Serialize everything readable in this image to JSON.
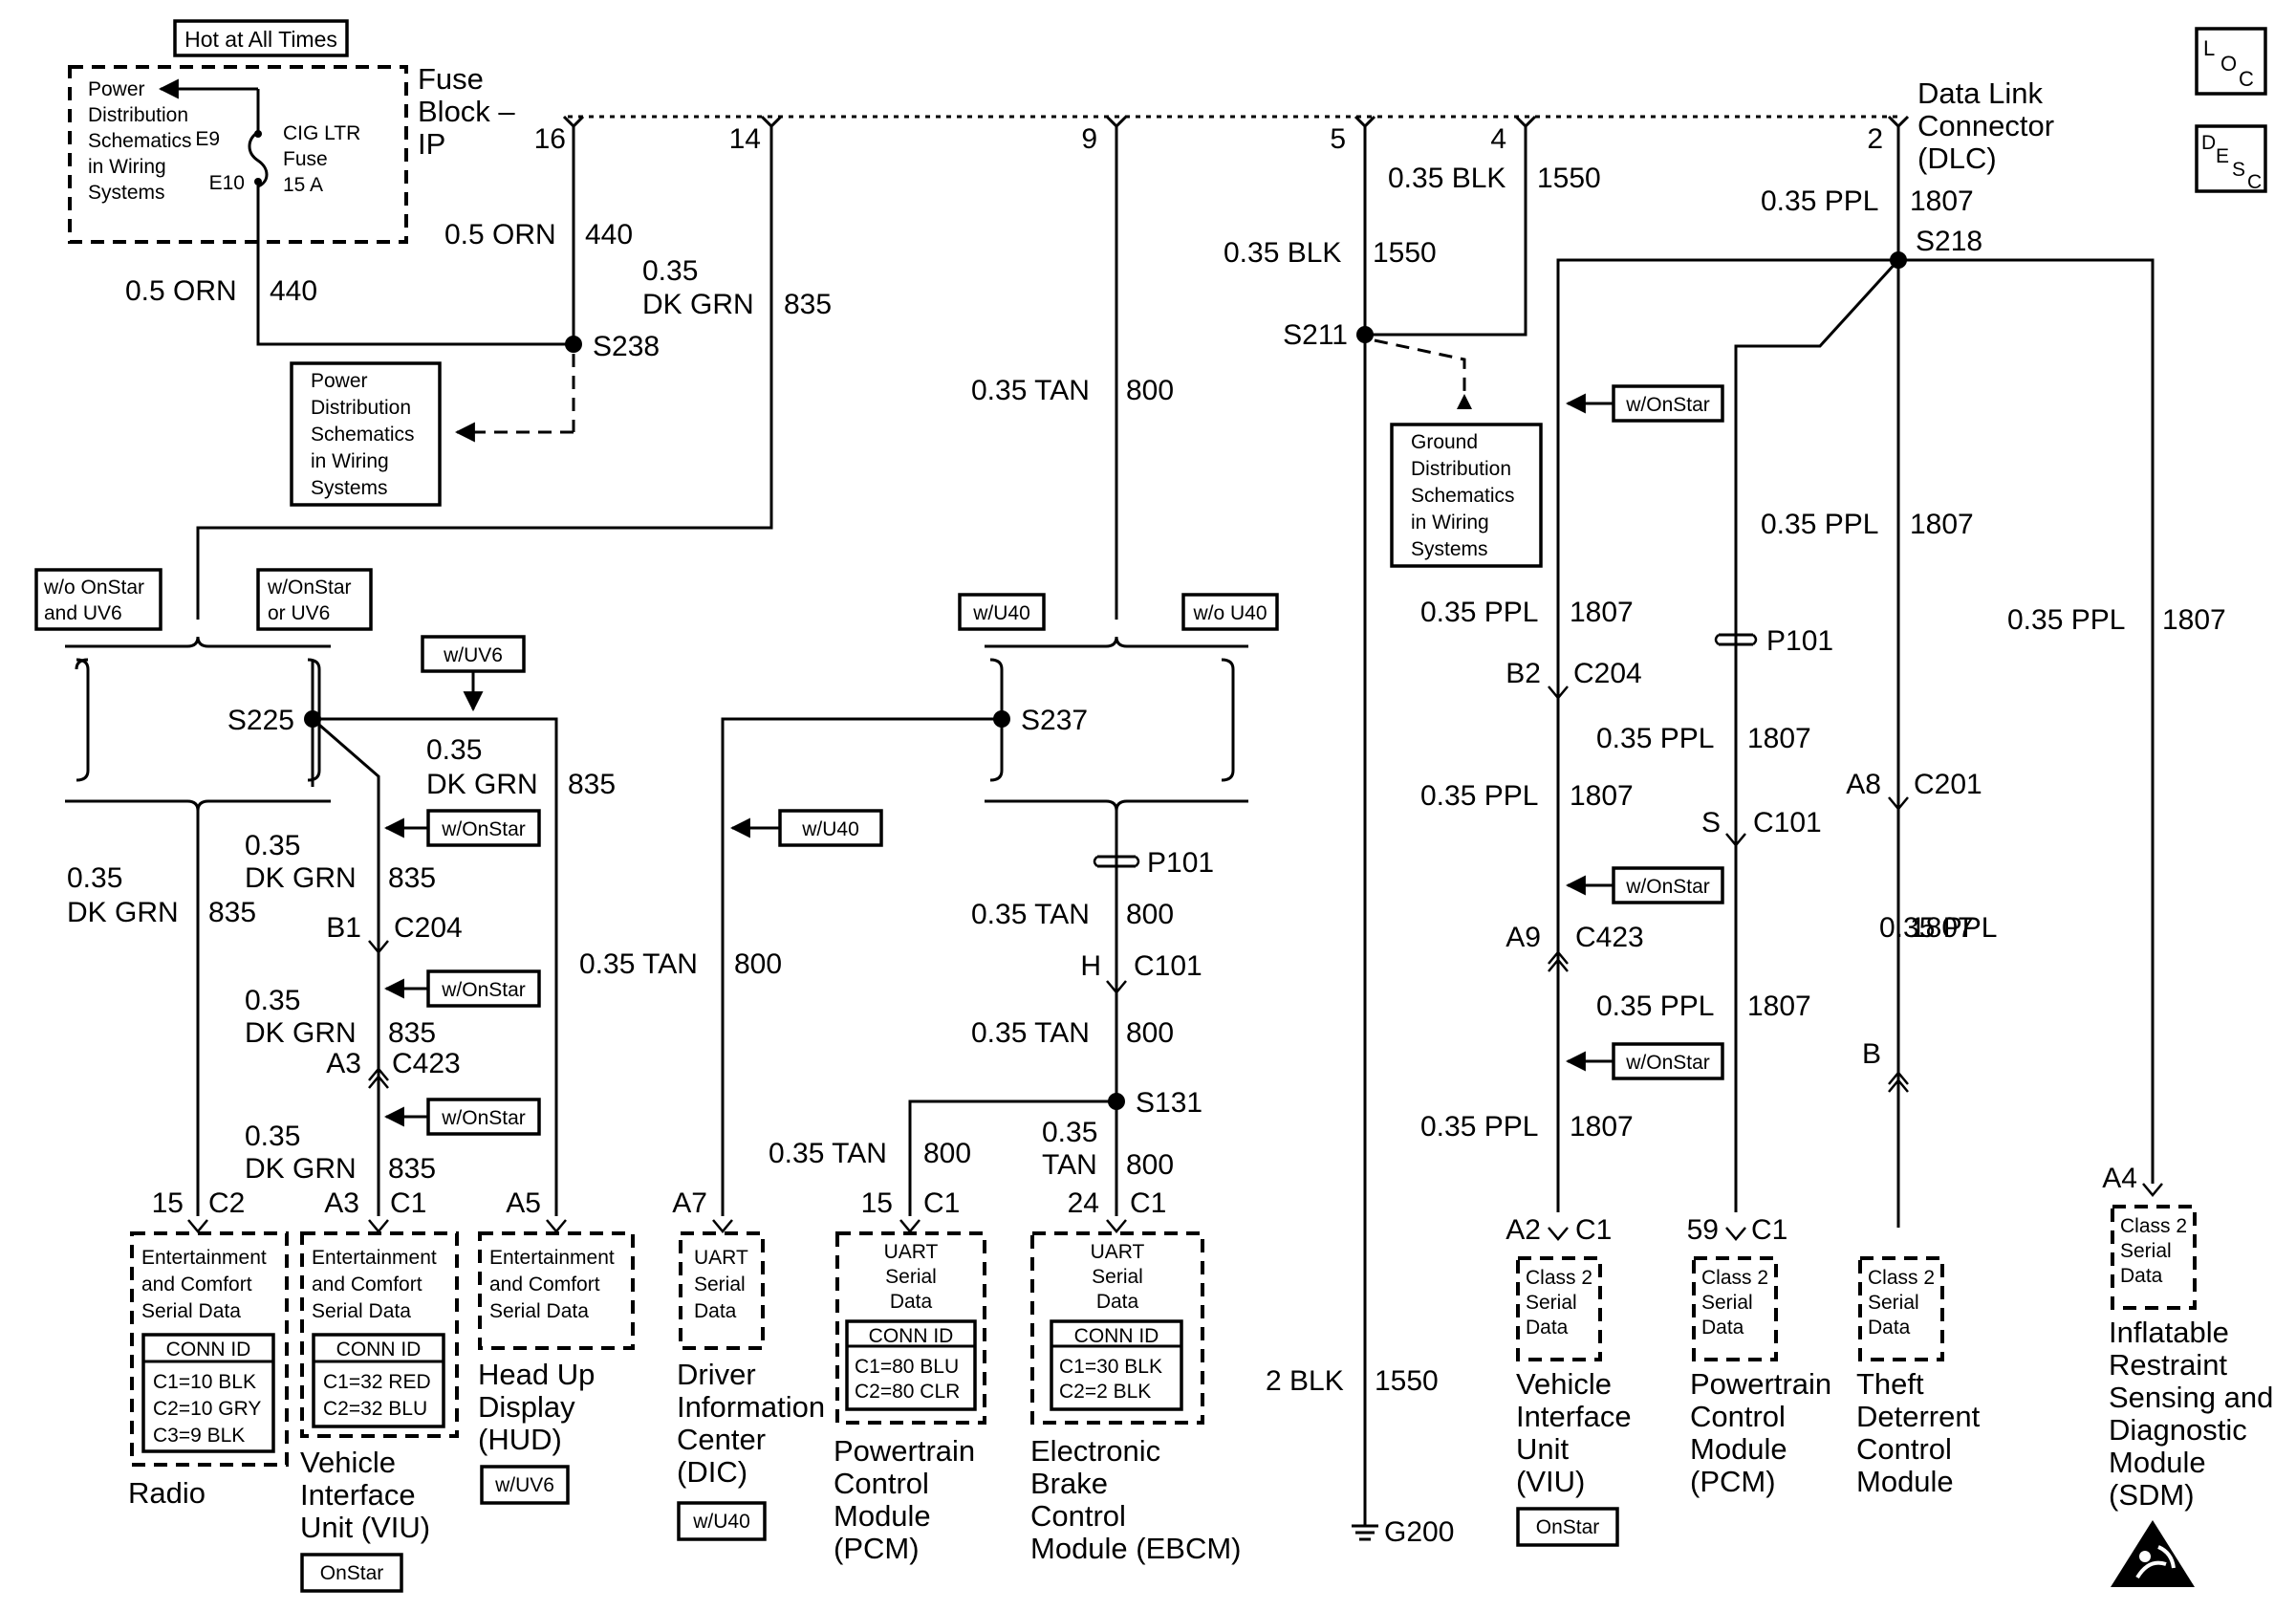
{
  "labels": {
    "hot": "Hot at All Times",
    "pds_a1": "Power",
    "pds_a2": "Distribution",
    "pds_a3": "Schematics",
    "pds_a4": "in Wiring",
    "pds_a5": "Systems",
    "e9": "E9",
    "e10": "E10",
    "fuse_name": "CIG LTR",
    "fuse_word": "Fuse",
    "fuse_amp": "15 A",
    "fb1": "Fuse",
    "fb2": "Block –",
    "fb3": "IP",
    "p16": "16",
    "p14": "14",
    "p9": "9",
    "p5": "5",
    "p4": "4",
    "p2": "2",
    "dlc1": "Data Link",
    "dlc2": "Connector",
    "dlc3": "(DLC)",
    "loc_l": "L",
    "loc_o": "O",
    "loc_c": "C",
    "desc_d": "D",
    "desc_e": "E",
    "desc_s": "S",
    "desc_c": "C",
    "orn05": "0.5 ORN",
    "c440": "440",
    "c035": "0.35",
    "dkgrn": "DK GRN",
    "c835": "835",
    "dkgrn035": "0.35 DK GRN",
    "blk035": "0.35 BLK",
    "c1550": "1550",
    "ppl035": "0.35 PPL",
    "c1807": "1807",
    "tan035": "0.35 TAN",
    "c800": "800",
    "tan": "TAN",
    "s238": "S238",
    "s211": "S211",
    "s218": "S218",
    "s225": "S225",
    "s237": "S237",
    "s131": "S131",
    "pds_b1": "Power",
    "pds_b2": "Distribution",
    "pds_b3": "Schematics",
    "pds_b4": "in Wiring",
    "pds_b5": "Systems",
    "gds1": "Ground",
    "gds2": "Distribution",
    "gds3": "Schematics",
    "gds4": "in Wiring",
    "gds5": "Systems",
    "wo_onstar1": "w/o OnStar",
    "wo_onstar2": "and UV6",
    "w_onstar1": "w/OnStar",
    "w_onstar2": "or UV6",
    "w_uv6": "w/UV6",
    "w_onstar": "w/OnStar",
    "w_u40": "w/U40",
    "wo_u40": "w/o U40",
    "p101": "P101",
    "c101": "C101",
    "c204": "C204",
    "c423": "C423",
    "c201": "C201",
    "b1": "B1",
    "b2": "B2",
    "a3": "A3",
    "a9": "A9",
    "a8": "A8",
    "h": "H",
    "s": "S",
    "b": "B",
    "n15": "15",
    "c2": "C2",
    "c1": "C1",
    "a5": "A5",
    "a7": "A7",
    "n24": "24",
    "a2": "A2",
    "n59": "59",
    "a4": "A4",
    "ecsd1": "Entertainment",
    "ecsd2": "and Comfort",
    "ecsd3": "Serial Data",
    "conn_id": "CONN ID",
    "r1": "C1=10 BLK",
    "r2": "C2=10 GRY",
    "r3": "C3=9 BLK",
    "v1": "C1=32 RED",
    "v2": "C2=32 BLU",
    "uart1": "UART",
    "uart2": "Serial",
    "uart3": "Data",
    "pcm1": "C1=80 BLU",
    "pcm2": "C2=80 CLR",
    "eb1": "C1=30 BLK",
    "eb2": "C2=2 BLK",
    "cl1": "Class 2",
    "cl2": "Serial",
    "cl3": "Data",
    "radio": "Radio",
    "viu_a": "Vehicle",
    "viu_b": "Interface",
    "viu_c": "Unit (VIU)",
    "onstar": "OnStar",
    "hud_a": "Head Up",
    "hud_b": "Display",
    "hud_c": "(HUD)",
    "dic_a": "Driver",
    "dic_b": "Information",
    "dic_c": "Center",
    "dic_d": "(DIC)",
    "pcm_a": "Powertrain",
    "pcm_b": "Control",
    "pcm_c": "Module",
    "pcm_d": "(PCM)",
    "ebcm_a": "Electronic",
    "ebcm_b": "Brake",
    "ebcm_c": "Control",
    "ebcm_d": "Module (EBCM)",
    "blk2": "2 BLK",
    "g200": "G200",
    "viu2_a": "Vehicle",
    "viu2_b": "Interface",
    "viu2_c": "Unit",
    "viu2_d": "(VIU)",
    "td_a": "Theft",
    "td_b": "Deterrent",
    "td_c": "Control",
    "td_d": "Module",
    "sdm_a": "Inflatable",
    "sdm_b": "Restraint",
    "sdm_c": "Sensing and",
    "sdm_d": "Diagnostic",
    "sdm_e": "Module",
    "sdm_f": "(SDM)"
  }
}
